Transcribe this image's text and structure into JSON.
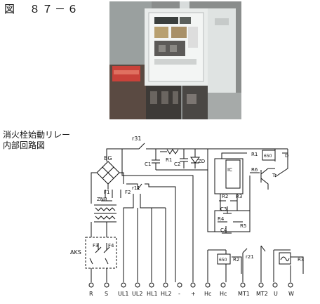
{
  "figure": {
    "label": "図　８７－６",
    "caption_line1": "消火栓始動リレー",
    "caption_line2": "内部回路図"
  },
  "diagram": {
    "components": {
      "r31": "r31",
      "BG": "BG",
      "F1": "F1",
      "F2": "F2",
      "r11": "r11",
      "ZNR": "ZNR",
      "AKS": "AKS",
      "F3": "F3",
      "F4": "F4",
      "R1_top": "R1",
      "C1": "C1",
      "C2": "C2",
      "ZD": "ZD",
      "IC": "IC",
      "R1_right": "R1",
      "box650_top": "650",
      "D": "D",
      "R6": "R6",
      "Tr": "Tr",
      "R2": "R2",
      "R3": "R3",
      "C3": "C3",
      "R4": "R4",
      "R5": "R5",
      "C4": "C4",
      "box650_bottom": "650",
      "R2_bottom": "R2",
      "r21": "r21",
      "R3_bottom": "R3"
    },
    "terminals": [
      "R",
      "S",
      "UL1",
      "UL2",
      "HL1",
      "HL2",
      "-",
      "+",
      "Hc",
      "Hc",
      "MT1",
      "MT2",
      "U",
      "W"
    ]
  }
}
